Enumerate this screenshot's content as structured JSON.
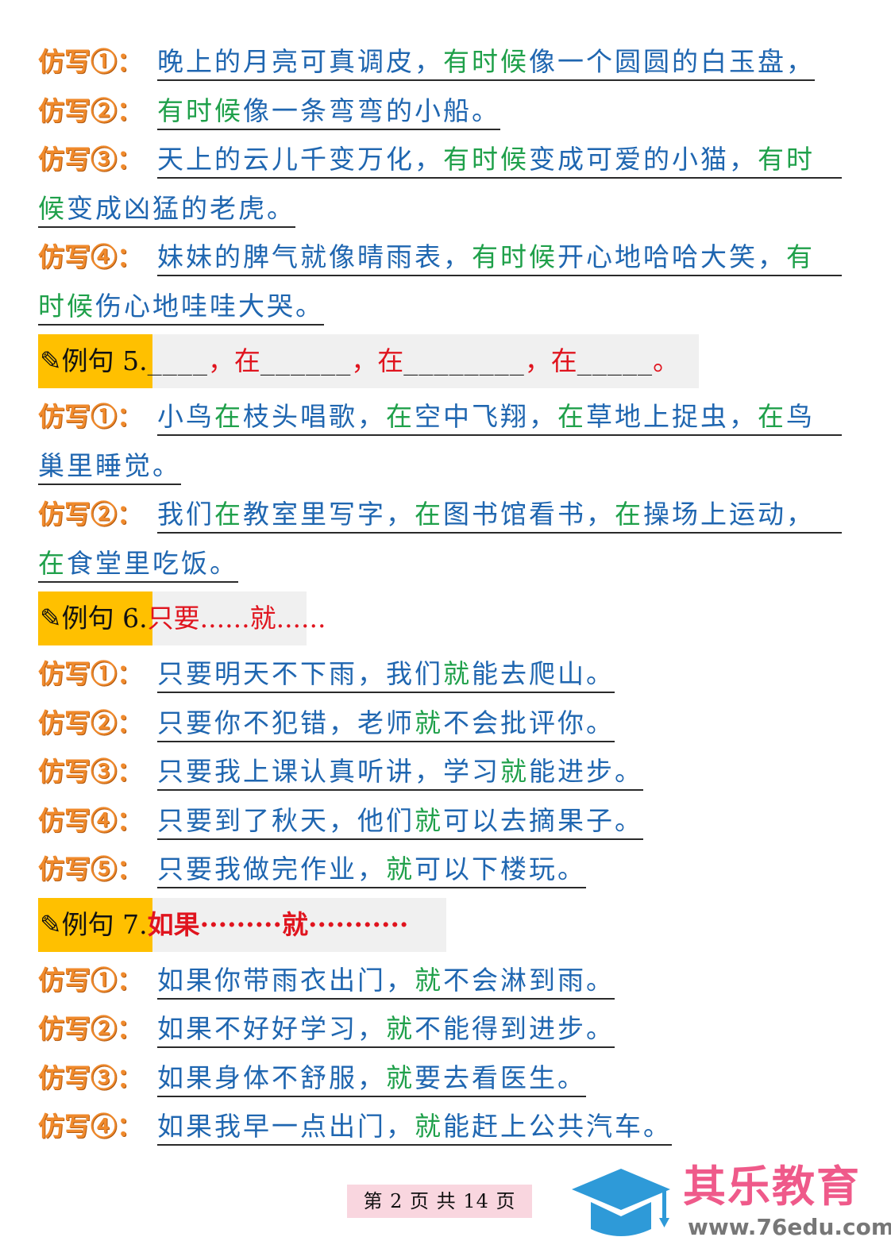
{
  "colors": {
    "blue": "#1f66b0",
    "green": "#1fa04a",
    "red": "#e0141e",
    "label": "#f08a2c",
    "header_accent": "#ffc000",
    "logo_pink": "#ef5a8a",
    "logo_blue": "#2e9ad8"
  },
  "sections": [
    {
      "header": null,
      "items": [
        {
          "label": "仿写①：",
          "lines": [
            [
              {
                "t": "晚上的月亮可真调皮，",
                "c": "b"
              },
              {
                "t": "有时候",
                "c": "g"
              },
              {
                "t": "像一个圆圆的白玉盘，",
                "c": "b"
              }
            ]
          ]
        },
        {
          "label": "仿写②：",
          "lines": [
            [
              {
                "t": "有时候",
                "c": "g"
              },
              {
                "t": "像一条弯弯的小船。",
                "c": "b"
              }
            ]
          ]
        },
        {
          "label": "仿写③：",
          "lines": [
            [
              {
                "t": "天上的云儿千变万化，",
                "c": "b"
              },
              {
                "t": "有时候",
                "c": "g"
              },
              {
                "t": "变成可爱的小猫，",
                "c": "b"
              },
              {
                "t": "有时",
                "c": "g"
              }
            ],
            [
              {
                "t": "候",
                "c": "g"
              },
              {
                "t": "变成凶猛的老虎。",
                "c": "b"
              }
            ]
          ]
        },
        {
          "label": "仿写④：",
          "lines": [
            [
              {
                "t": "妹妹的脾气就像晴雨表，",
                "c": "b"
              },
              {
                "t": "有时候",
                "c": "g"
              },
              {
                "t": "开心地哈哈大笑，",
                "c": "b"
              },
              {
                "t": "有",
                "c": "g"
              }
            ],
            [
              {
                "t": "时候",
                "c": "g"
              },
              {
                "t": "伤心地哇哇大哭。",
                "c": "b"
              }
            ]
          ]
        }
      ]
    },
    {
      "header": {
        "icon": "pencil-icon",
        "icon_glyph": "✎",
        "title": "例句 5.",
        "template": [
          {
            "t": "____",
            "c": "blank"
          },
          {
            "t": "，在",
            "c": "r"
          },
          {
            "t": "______",
            "c": "blank"
          },
          {
            "t": "，在",
            "c": "r"
          },
          {
            "t": "________",
            "c": "blank"
          },
          {
            "t": "，在",
            "c": "r"
          },
          {
            "t": "_____",
            "c": "blank"
          },
          {
            "t": "。",
            "c": "r"
          }
        ]
      },
      "items": [
        {
          "label": "仿写①：",
          "lines": [
            [
              {
                "t": "小鸟",
                "c": "b"
              },
              {
                "t": "在",
                "c": "g"
              },
              {
                "t": "枝头唱歌，",
                "c": "b"
              },
              {
                "t": "在",
                "c": "g"
              },
              {
                "t": "空中飞翔，",
                "c": "b"
              },
              {
                "t": "在",
                "c": "g"
              },
              {
                "t": "草地上捉虫，",
                "c": "b"
              },
              {
                "t": "在",
                "c": "g"
              },
              {
                "t": "鸟",
                "c": "b"
              }
            ],
            [
              {
                "t": "巢里睡觉。",
                "c": "b"
              }
            ]
          ]
        },
        {
          "label": "仿写②：",
          "lines": [
            [
              {
                "t": "我们",
                "c": "b"
              },
              {
                "t": "在",
                "c": "g"
              },
              {
                "t": "教室里写字，",
                "c": "b"
              },
              {
                "t": "在",
                "c": "g"
              },
              {
                "t": "图书馆看书，",
                "c": "b"
              },
              {
                "t": "在",
                "c": "g"
              },
              {
                "t": "操场上运动，",
                "c": "b"
              }
            ],
            [
              {
                "t": "在",
                "c": "g"
              },
              {
                "t": "食堂里吃饭。",
                "c": "b"
              }
            ]
          ]
        }
      ]
    },
    {
      "header": {
        "icon": "pencil-icon",
        "icon_glyph": "✎",
        "title": "例句 6.",
        "template": [
          {
            "t": "只要......就......",
            "c": "r"
          }
        ]
      },
      "items": [
        {
          "label": "仿写①：",
          "lines": [
            [
              {
                "t": "只要明天不下雨，我们",
                "c": "b"
              },
              {
                "t": "就",
                "c": "g"
              },
              {
                "t": "能去爬山。",
                "c": "b"
              }
            ]
          ]
        },
        {
          "label": "仿写②：",
          "lines": [
            [
              {
                "t": "只要你不犯错，老师",
                "c": "b"
              },
              {
                "t": "就",
                "c": "g"
              },
              {
                "t": "不会批评你。",
                "c": "b"
              }
            ]
          ]
        },
        {
          "label": "仿写③：",
          "lines": [
            [
              {
                "t": "只要我上课认真听讲，学习",
                "c": "b"
              },
              {
                "t": "就",
                "c": "g"
              },
              {
                "t": "能进步。",
                "c": "b"
              }
            ]
          ]
        },
        {
          "label": "仿写④：",
          "lines": [
            [
              {
                "t": "只要到了秋天，他们",
                "c": "b"
              },
              {
                "t": "就",
                "c": "g"
              },
              {
                "t": "可以去摘果子。",
                "c": "b"
              }
            ]
          ]
        },
        {
          "label": "仿写⑤：",
          "lines": [
            [
              {
                "t": "只要我做完作业，",
                "c": "b"
              },
              {
                "t": "就",
                "c": "g"
              },
              {
                "t": "可以下楼玩。",
                "c": "b"
              }
            ]
          ]
        }
      ]
    },
    {
      "header": {
        "icon": "pencil-icon",
        "icon_glyph": "✎",
        "title": "例句 7.",
        "template": [
          {
            "t": "如果·········就···········",
            "c": "r"
          }
        ]
      },
      "items": [
        {
          "label": "仿写①：",
          "lines": [
            [
              {
                "t": "如果你带雨衣出门，",
                "c": "b"
              },
              {
                "t": "就",
                "c": "g"
              },
              {
                "t": "不会淋到雨。",
                "c": "b"
              }
            ]
          ]
        },
        {
          "label": "仿写②：",
          "lines": [
            [
              {
                "t": "如果不好好学习，",
                "c": "b"
              },
              {
                "t": "就",
                "c": "g"
              },
              {
                "t": "不能得到进步。",
                "c": "b"
              }
            ]
          ]
        },
        {
          "label": "仿写③：",
          "lines": [
            [
              {
                "t": "如果身体不舒服，",
                "c": "b"
              },
              {
                "t": "就",
                "c": "g"
              },
              {
                "t": "要去看医生。",
                "c": "b"
              }
            ]
          ]
        },
        {
          "label": "仿写④：",
          "lines": [
            [
              {
                "t": "如果我早一点出门，",
                "c": "b"
              },
              {
                "t": "就",
                "c": "g"
              },
              {
                "t": "能赶上公共汽车。",
                "c": "b"
              }
            ]
          ]
        }
      ]
    }
  ],
  "footer": {
    "page_indicator": "第 2 页 共 14 页"
  },
  "logo": {
    "name": "其乐教育",
    "url": "www.76edu.com",
    "icon": "graduation-cap-icon"
  }
}
